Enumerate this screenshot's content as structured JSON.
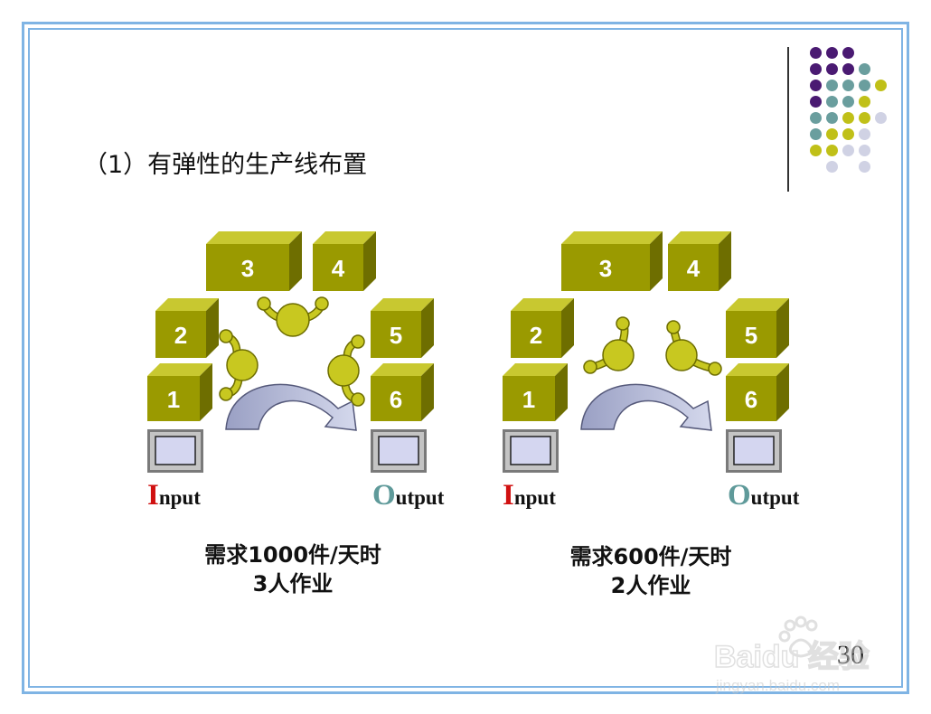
{
  "slide": {
    "title": "（1）有弹性的生产线布置",
    "page_number": "30"
  },
  "layouts": [
    {
      "boxes": [
        "1",
        "2",
        "3",
        "4",
        "5",
        "6"
      ],
      "input_first": "I",
      "input_rest": "nput",
      "output_first": "O",
      "output_rest": "utput",
      "caption_line1": "需求1000件/天时",
      "caption_line2": "3人作业",
      "worker_count": 3
    },
    {
      "boxes": [
        "1",
        "2",
        "3",
        "4",
        "5",
        "6"
      ],
      "input_first": "I",
      "input_rest": "nput",
      "output_first": "O",
      "output_rest": "utput",
      "caption_line1": "需求600件/天时",
      "caption_line2": "2人作业",
      "worker_count": 2
    }
  ],
  "watermark": {
    "brand": "Baidu 经验",
    "url": "jingyan.baidu.com"
  },
  "colors": {
    "box_front": "#9a9a00",
    "box_top": "#c8c830",
    "box_side": "#6e6e00",
    "worker": "#c8c820",
    "arrow": "#b8bcd8",
    "frame": "#7fb4e4",
    "input_accent": "#d01010",
    "output_accent": "#5f9a9a"
  }
}
